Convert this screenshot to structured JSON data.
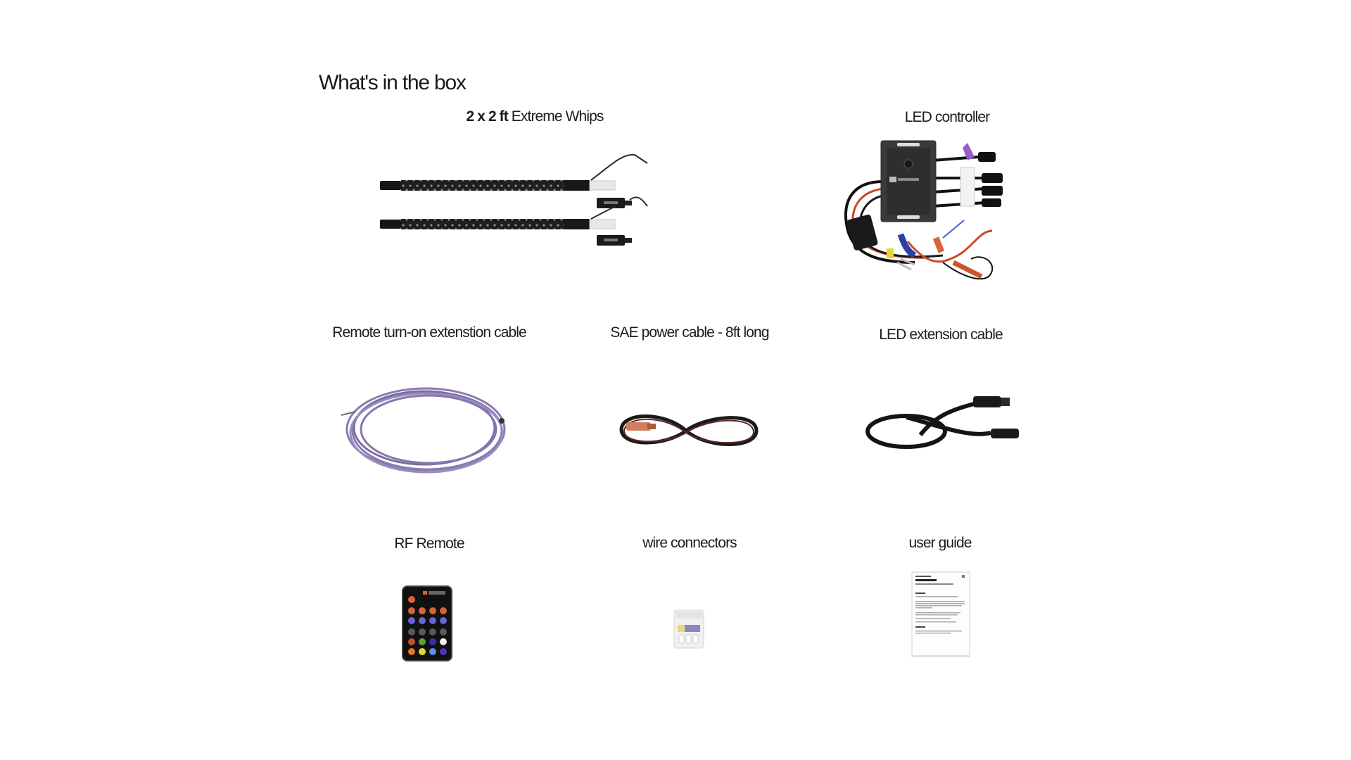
{
  "page": {
    "title": "What's in the box"
  },
  "items": [
    {
      "id": "whips",
      "label_bold": "2 x 2 ft",
      "label": "Extreme Whips",
      "icon": "led-whips-image"
    },
    {
      "id": "controller",
      "label": "LED controller",
      "icon": "led-controller-image"
    },
    {
      "id": "remote-cable",
      "label": "Remote turn-on extenstion cable",
      "icon": "purple-coiled-cable-image"
    },
    {
      "id": "sae-cable",
      "label": "SAE power cable - 8ft long",
      "icon": "sae-power-cable-image"
    },
    {
      "id": "led-ext-cable",
      "label": "LED extension cable",
      "icon": "led-extension-cable-image"
    },
    {
      "id": "rf-remote",
      "label": "RF Remote",
      "icon": "rf-remote-image"
    },
    {
      "id": "wire-connectors",
      "label": "wire connectors",
      "icon": "wire-connectors-bag-image"
    },
    {
      "id": "user-guide",
      "label": "user guide",
      "icon": "user-guide-document-image"
    }
  ],
  "colors": {
    "background": "#ffffff",
    "text": "#1a1a1a",
    "remote_cable": "#8a7bb0",
    "remote_buttons": {
      "row0": [
        "#d9623a"
      ],
      "row1": [
        "#d9623a",
        "#d9623a",
        "#d9623a",
        "#d9623a"
      ],
      "row2": [
        "#6a62d8",
        "#6a62d8",
        "#6a62d8",
        "#6a62d8"
      ],
      "row3": [
        "#5a5a5a",
        "#5a5a5a",
        "#5a5a5a",
        "#5a5a5a"
      ],
      "row4": [
        "#c4502e",
        "#5aa23a",
        "#3b2fa8",
        "#f4f4f4"
      ],
      "row5": [
        "#e0782a",
        "#e6d82e",
        "#5b8ee6",
        "#4b35b0"
      ]
    }
  }
}
